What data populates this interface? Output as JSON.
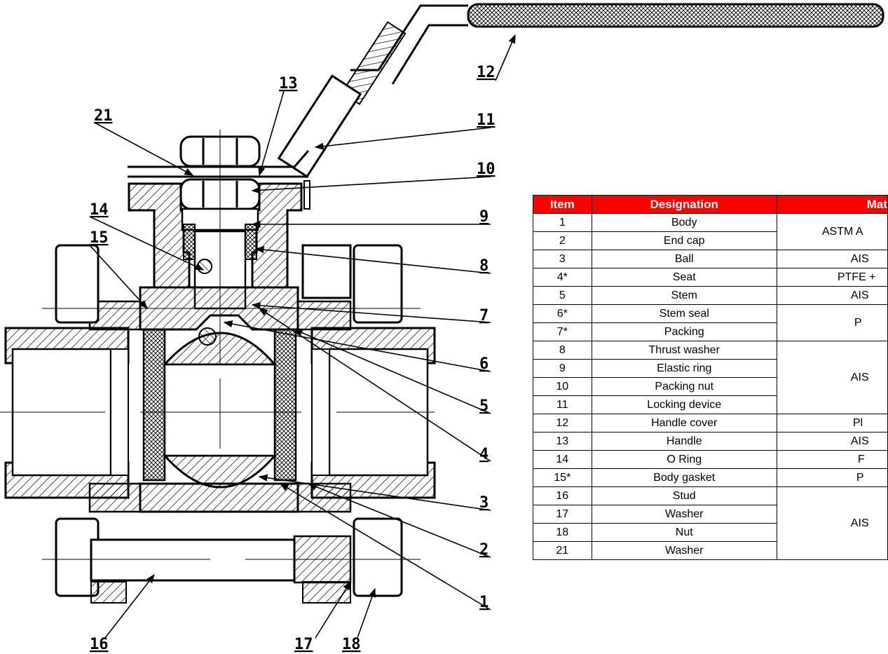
{
  "callouts": [
    {
      "num": "1"
    },
    {
      "num": "2"
    },
    {
      "num": "3"
    },
    {
      "num": "4"
    },
    {
      "num": "5"
    },
    {
      "num": "6"
    },
    {
      "num": "7"
    },
    {
      "num": "8"
    },
    {
      "num": "9"
    },
    {
      "num": "10"
    },
    {
      "num": "11"
    },
    {
      "num": "12"
    },
    {
      "num": "13"
    },
    {
      "num": "14"
    },
    {
      "num": "15"
    },
    {
      "num": "16"
    },
    {
      "num": "17"
    },
    {
      "num": "18"
    },
    {
      "num": "21"
    }
  ],
  "table": {
    "headers": {
      "item": "Item",
      "designation": "Designation",
      "material": "Mat"
    },
    "rows": [
      {
        "item": "1",
        "designation": "Body"
      },
      {
        "item": "2",
        "designation": "End cap"
      },
      {
        "item": "3",
        "designation": "Ball"
      },
      {
        "item": "4*",
        "designation": "Seat"
      },
      {
        "item": "5",
        "designation": "Stem"
      },
      {
        "item": "6*",
        "designation": "Stem seal"
      },
      {
        "item": "7*",
        "designation": "Packing"
      },
      {
        "item": "8",
        "designation": "Thrust washer"
      },
      {
        "item": "9",
        "designation": "Elastic ring"
      },
      {
        "item": "10",
        "designation": "Packing nut"
      },
      {
        "item": "11",
        "designation": "Locking device"
      },
      {
        "item": "12",
        "designation": "Handle cover"
      },
      {
        "item": "13",
        "designation": "Handle"
      },
      {
        "item": "14",
        "designation": "O Ring"
      },
      {
        "item": "15*",
        "designation": "Body gasket"
      },
      {
        "item": "16",
        "designation": "Stud"
      },
      {
        "item": "17",
        "designation": "Washer"
      },
      {
        "item": "18",
        "designation": "Nut"
      },
      {
        "item": "21",
        "designation": "Washer"
      }
    ],
    "materials": [
      {
        "text": "ASTM A"
      },
      {
        "text": "AIS"
      },
      {
        "text": "PTFE +"
      },
      {
        "text": "AIS"
      },
      {
        "text": "P"
      },
      {
        "text": "AIS"
      },
      {
        "text": "Pl"
      },
      {
        "text": "AIS"
      },
      {
        "text": "F"
      },
      {
        "text": "P"
      },
      {
        "text": "AIS"
      }
    ]
  }
}
